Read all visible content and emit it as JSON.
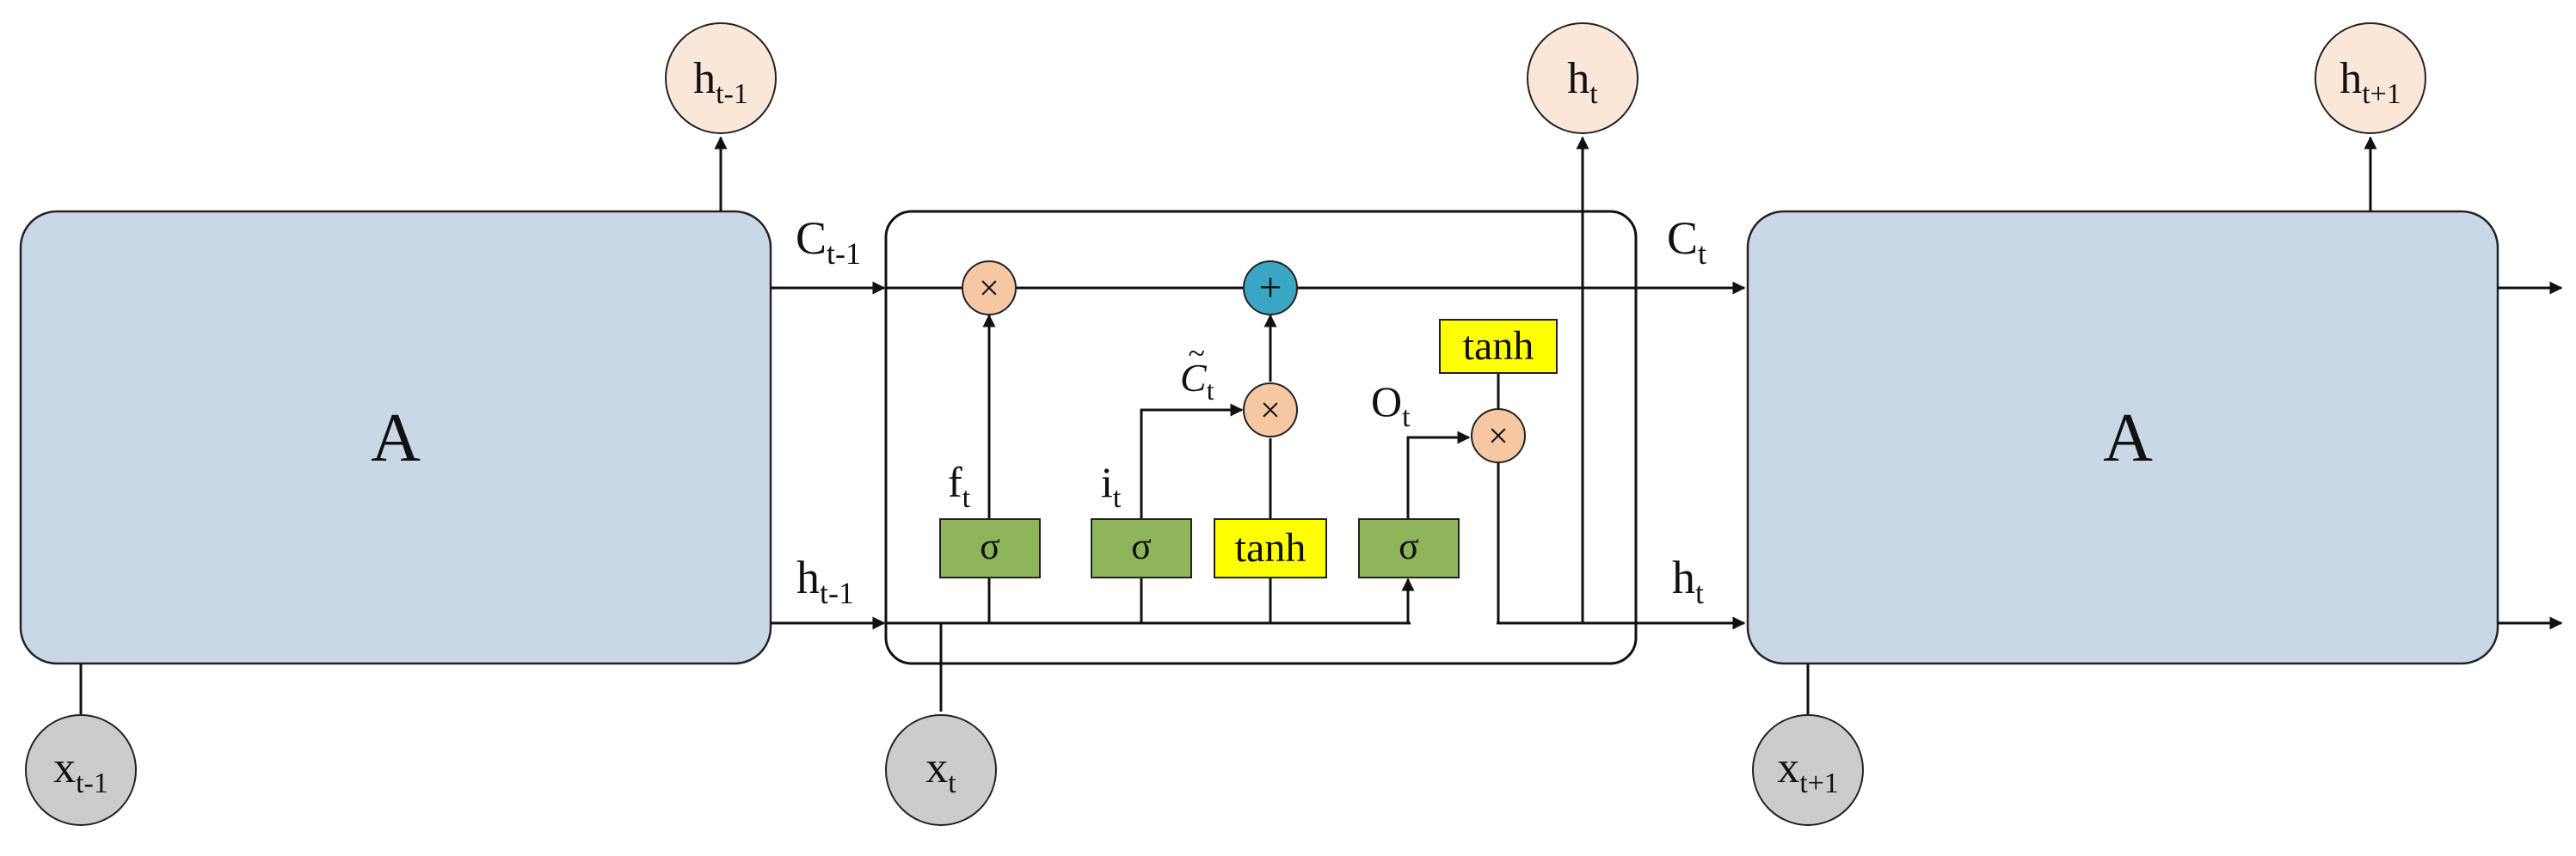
{
  "blocks": {
    "left_label": "A",
    "right_label": "A"
  },
  "outputs": {
    "prev": {
      "base": "h",
      "sub": "t-1"
    },
    "curr": {
      "base": "h",
      "sub": "t"
    },
    "next": {
      "base": "h",
      "sub": "t+1"
    }
  },
  "inputs": {
    "prev": {
      "base": "x",
      "sub": "t-1"
    },
    "curr": {
      "base": "x",
      "sub": "t"
    },
    "next": {
      "base": "x",
      "sub": "t+1"
    }
  },
  "flow_labels": {
    "cell_in": {
      "base": "C",
      "sub": "t-1"
    },
    "cell_out": {
      "base": "C",
      "sub": "t"
    },
    "hidden_in": {
      "base": "h",
      "sub": "t-1"
    },
    "hidden_out": {
      "base": "h",
      "sub": "t"
    }
  },
  "gate_labels": {
    "forget": {
      "base": "f",
      "sub": "t"
    },
    "input": {
      "base": "i",
      "sub": "t"
    },
    "candidate": {
      "base": "C",
      "sub": "t"
    },
    "output": {
      "base": "O",
      "sub": "t"
    }
  },
  "gates": {
    "sigma": "σ",
    "tanh": "tanh"
  },
  "operators": {
    "multiply": "×",
    "add": "+"
  },
  "colors": {
    "block_fill": "#c9d8e7",
    "output_node_fill": "#fbe7d8",
    "input_node_fill": "#cccccc",
    "sigma_gate_fill": "#8fb55b",
    "tanh_gate_fill": "#ffff00",
    "multiply_op_fill": "#f6c7a3",
    "add_op_fill": "#3ba5c4"
  }
}
